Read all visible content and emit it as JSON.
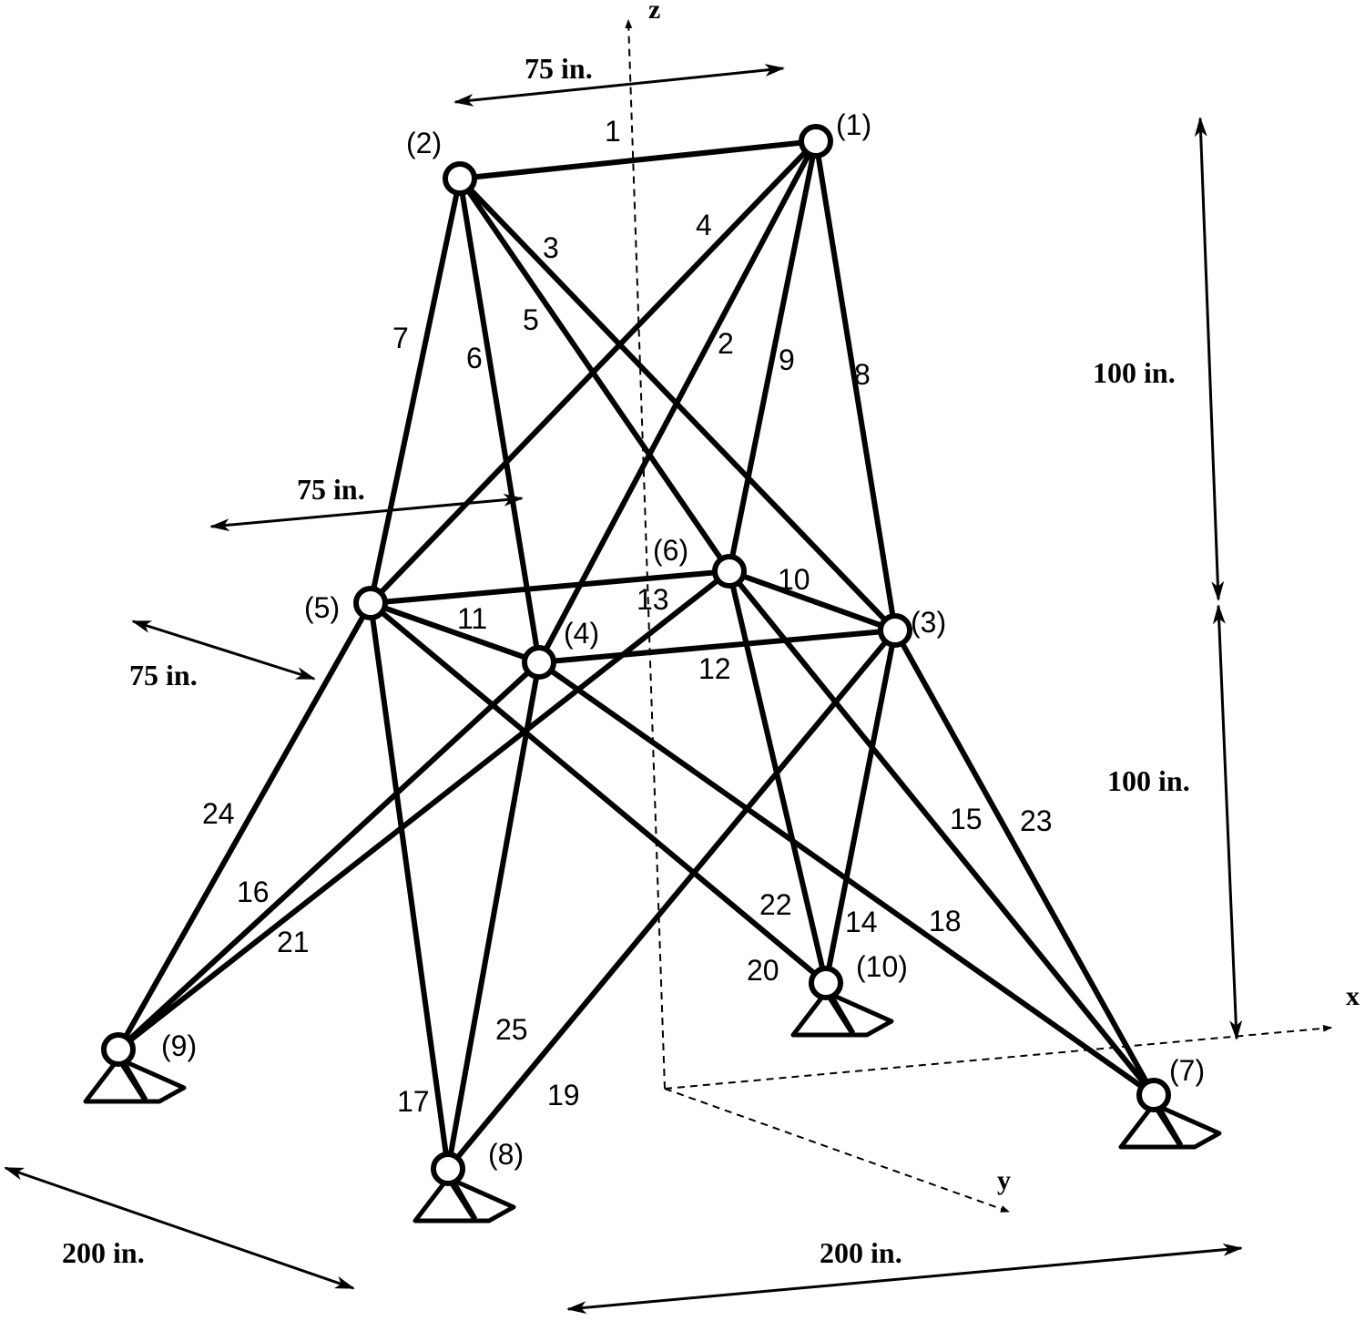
{
  "axes": {
    "x": "x",
    "y": "y",
    "z": "z"
  },
  "nodes": [
    {
      "id": 1,
      "label": "(1)"
    },
    {
      "id": 2,
      "label": "(2)"
    },
    {
      "id": 3,
      "label": "(3)"
    },
    {
      "id": 4,
      "label": "(4)"
    },
    {
      "id": 5,
      "label": "(5)"
    },
    {
      "id": 6,
      "label": "(6)"
    },
    {
      "id": 7,
      "label": "(7)"
    },
    {
      "id": 8,
      "label": "(8)"
    },
    {
      "id": 9,
      "label": "(9)"
    },
    {
      "id": 10,
      "label": "(10)"
    }
  ],
  "members": [
    {
      "label": "1",
      "from": 2,
      "to": 1
    },
    {
      "label": "2",
      "from": 1,
      "to": 4
    },
    {
      "label": "3",
      "from": 2,
      "to": 3
    },
    {
      "label": "4",
      "from": 1,
      "to": 5
    },
    {
      "label": "5",
      "from": 2,
      "to": 6
    },
    {
      "label": "6",
      "from": 2,
      "to": 4
    },
    {
      "label": "7",
      "from": 2,
      "to": 5
    },
    {
      "label": "8",
      "from": 1,
      "to": 3
    },
    {
      "label": "9",
      "from": 1,
      "to": 6
    },
    {
      "label": "10",
      "from": 6,
      "to": 3
    },
    {
      "label": "11",
      "from": 5,
      "to": 4
    },
    {
      "label": "12",
      "from": 4,
      "to": 3
    },
    {
      "label": "13",
      "from": 5,
      "to": 6
    },
    {
      "label": "14",
      "from": 3,
      "to": 10
    },
    {
      "label": "15",
      "from": 6,
      "to": 7
    },
    {
      "label": "16",
      "from": 6,
      "to": 9
    },
    {
      "label": "17",
      "from": 5,
      "to": 8
    },
    {
      "label": "18",
      "from": 4,
      "to": 7
    },
    {
      "label": "19",
      "from": 3,
      "to": 8
    },
    {
      "label": "20",
      "from": 5,
      "to": 10
    },
    {
      "label": "21",
      "from": 4,
      "to": 9
    },
    {
      "label": "22",
      "from": 6,
      "to": 10
    },
    {
      "label": "23",
      "from": 3,
      "to": 7
    },
    {
      "label": "24",
      "from": 5,
      "to": 9
    },
    {
      "label": "25",
      "from": 4,
      "to": 8
    }
  ],
  "supports": [
    7,
    8,
    9,
    10
  ],
  "dimensions": [
    {
      "id": "top-width",
      "label": "75 in."
    },
    {
      "id": "mid-width",
      "label": "75 in."
    },
    {
      "id": "mid-depth",
      "label": "75 in."
    },
    {
      "id": "upper-height",
      "label": "100 in."
    },
    {
      "id": "lower-height",
      "label": "100 in."
    },
    {
      "id": "base-depth",
      "label": "200 in."
    },
    {
      "id": "base-width",
      "label": "200 in."
    }
  ]
}
